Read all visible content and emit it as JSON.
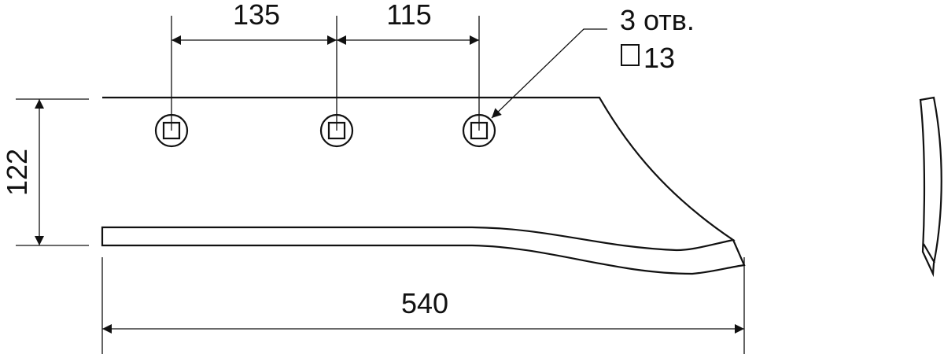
{
  "drawing": {
    "dims": {
      "spacing_1": "135",
      "spacing_2": "115",
      "height": "122",
      "length": "540"
    },
    "holes_note": {
      "line1": "3 отв.",
      "line2": "13",
      "symbol": "square-icon"
    },
    "line_color": "#111111"
  }
}
